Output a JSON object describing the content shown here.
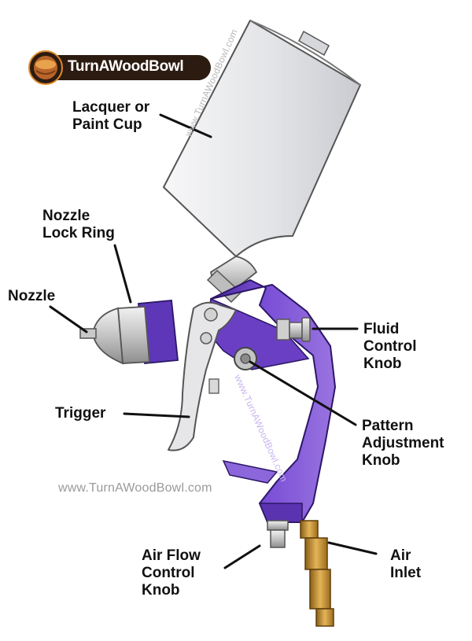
{
  "logo": {
    "text": "TurnAWoodBowl",
    "icon": "wood-bowl-emblem-icon"
  },
  "watermark": {
    "cup": "www.TurnAWoodBowl.com",
    "handle": "www.TurnAWoodBowl.com",
    "footer": "www.TurnAWoodBowl.com"
  },
  "labels": {
    "cup": [
      "Lacquer or",
      "Paint Cup"
    ],
    "lock_ring": [
      "Nozzle",
      "Lock Ring"
    ],
    "nozzle": [
      "Nozzle"
    ],
    "fluid_knob": [
      "Fluid",
      "Control",
      "Knob"
    ],
    "trigger": [
      "Trigger"
    ],
    "pattern_knob": [
      "Pattern",
      "Adjustment",
      "Knob"
    ],
    "air_flow_knob": [
      "Air Flow",
      "Control",
      "Knob"
    ],
    "air_inlet": [
      "Air",
      "Inlet"
    ]
  },
  "colors": {
    "gun_body": "#6a3fc4",
    "gun_body_light": "#9a74e0",
    "cup": "#e6e7ea",
    "brass": "#c99a3c",
    "logo_bg": "#2c1b10",
    "logo_accent": "#e08a2a"
  }
}
